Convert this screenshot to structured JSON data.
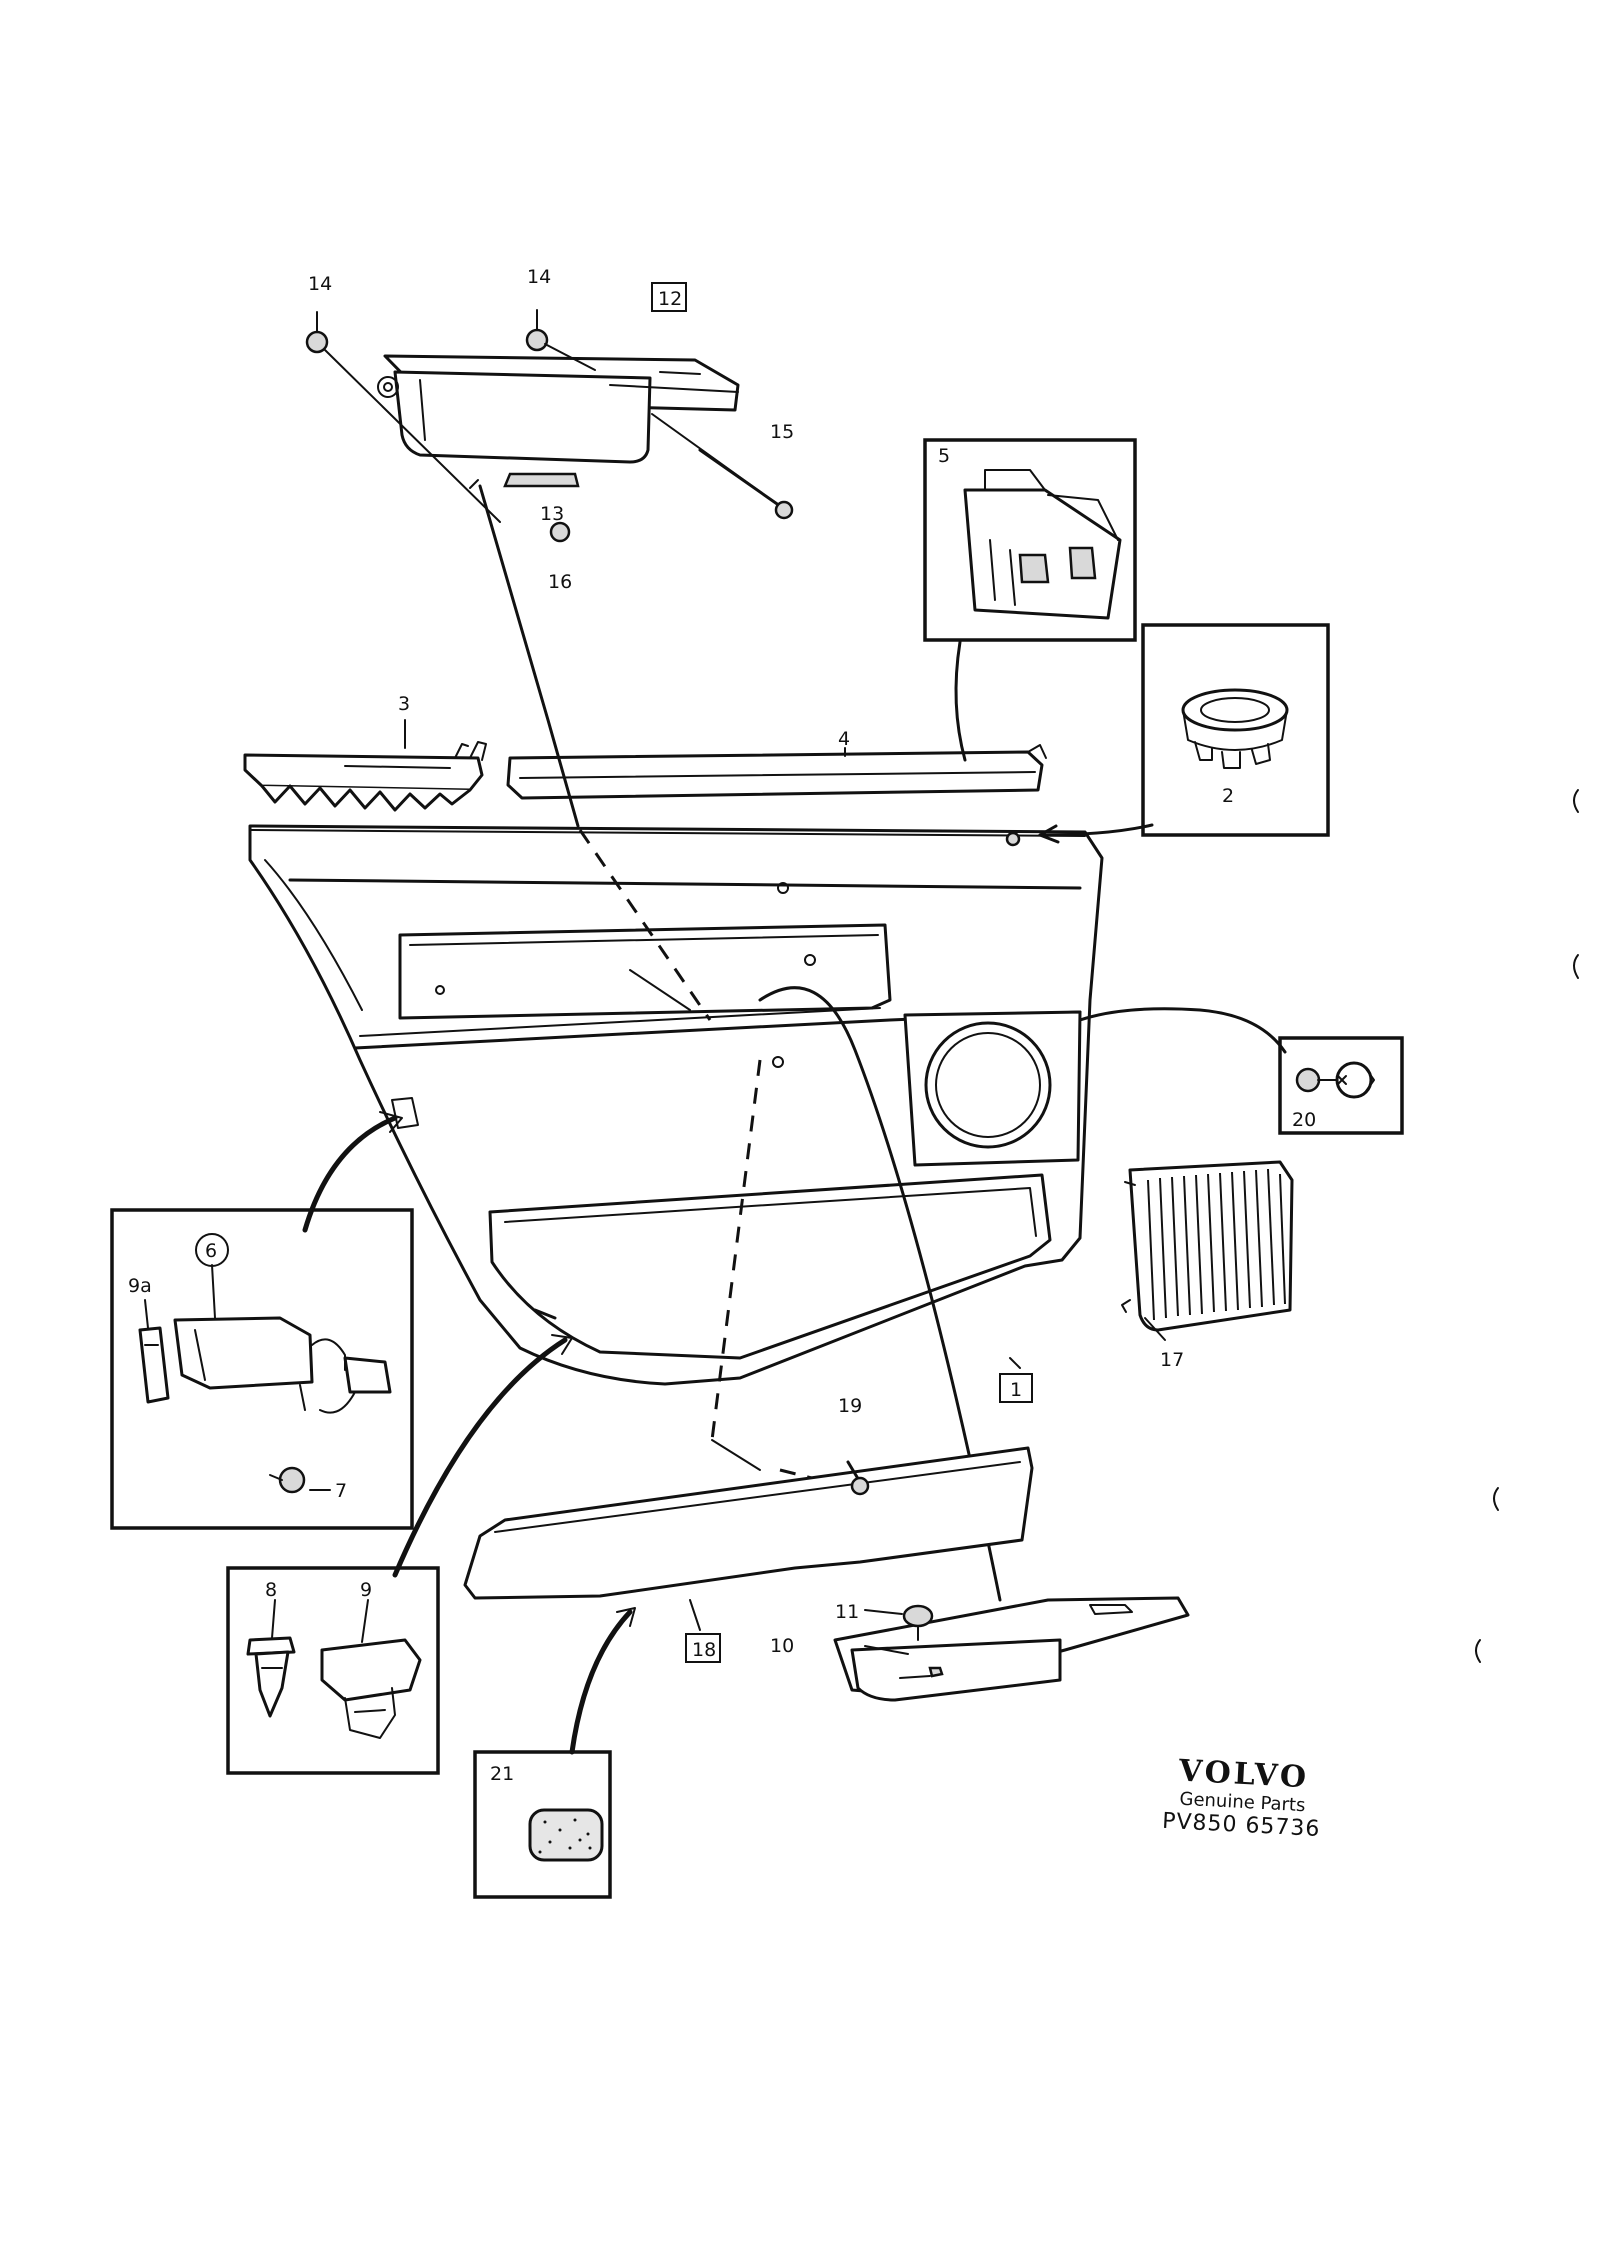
{
  "callouts": {
    "c1": "1",
    "c2": "2",
    "c3": "3",
    "c4": "4",
    "c5": "5",
    "c6": "6",
    "c7": "7",
    "c8": "8",
    "c9": "9",
    "c9a": "9a",
    "c10": "10",
    "c11": "11",
    "c12": "12",
    "c13": "13",
    "c14a": "14",
    "c14b": "14",
    "c15": "15",
    "c16": "16",
    "c17": "17",
    "c18": "18",
    "c19": "19",
    "c20": "20",
    "c21": "21"
  },
  "branding": {
    "name": "VOLVO",
    "subtitle": "Genuine Parts",
    "code": "PV850 65736"
  }
}
